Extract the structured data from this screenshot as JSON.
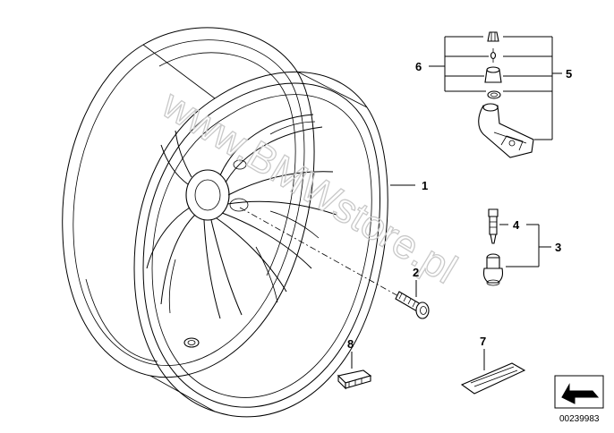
{
  "watermark": "www.BMWstore.pl",
  "diagram_ref": "00239983",
  "callouts": [
    {
      "id": "1"
    },
    {
      "id": "2"
    },
    {
      "id": "3"
    },
    {
      "id": "4"
    },
    {
      "id": "5"
    },
    {
      "id": "6"
    },
    {
      "id": "7"
    },
    {
      "id": "8"
    }
  ]
}
